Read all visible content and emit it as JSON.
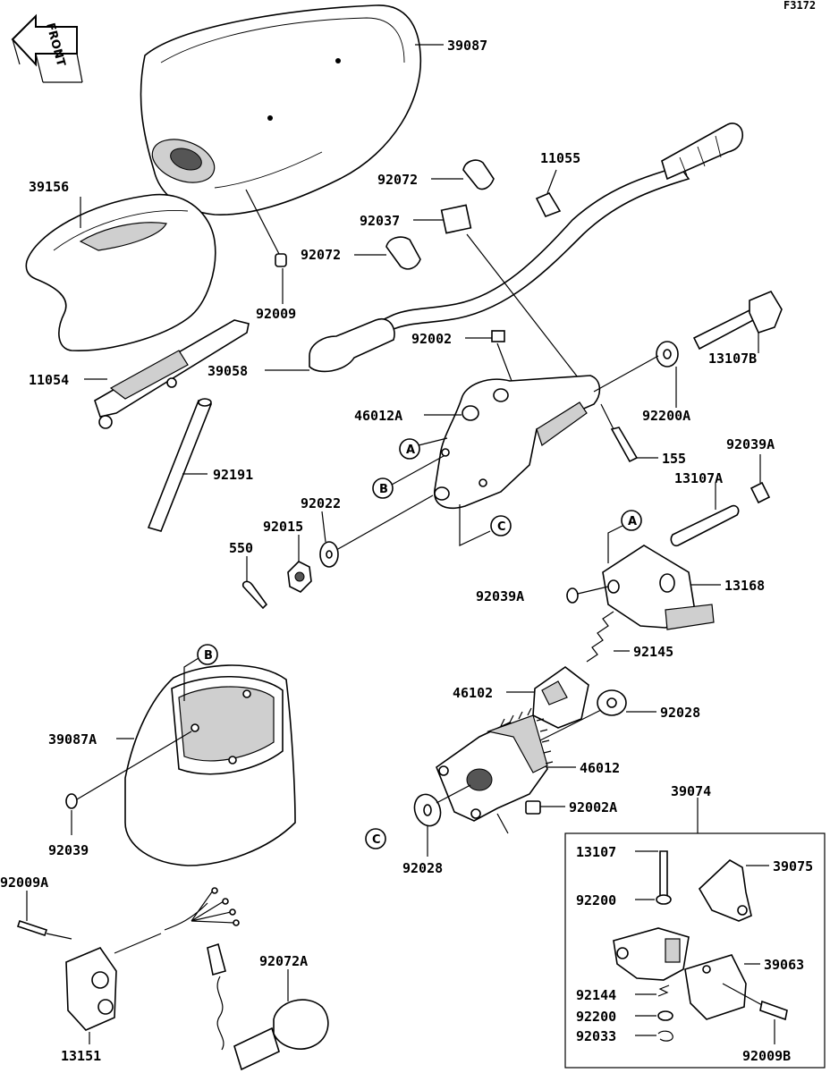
{
  "figure_code": "F3172",
  "front_indicator": "FRONT",
  "labels": {
    "39087": "39087",
    "39156": "39156",
    "92072_top": "92072",
    "11055": "11055",
    "92037": "92037",
    "92072_mid": "92072",
    "92009": "92009",
    "11054": "11054",
    "92002": "92002",
    "39058": "39058",
    "13107B": "13107B",
    "46012A": "46012A",
    "92200A": "92200A",
    "155": "155",
    "92039A_top": "92039A",
    "13107A": "13107A",
    "92191": "92191",
    "92022": "92022",
    "92015": "92015",
    "550": "550",
    "13168": "13168",
    "92039A_mid": "92039A",
    "92145": "92145",
    "46102": "46102",
    "92028_right": "92028",
    "39087A": "39087A",
    "46012": "46012",
    "92002A": "92002A",
    "92039": "92039",
    "39074": "39074",
    "13107": "13107",
    "39075": "39075",
    "92028_bottom": "92028",
    "92009A": "92009A",
    "92200_a": "92200",
    "92072A": "92072A",
    "39063": "39063",
    "92144": "92144",
    "92200_b": "92200",
    "92033": "92033",
    "13151": "13151",
    "92009B": "92009B"
  },
  "callouts": {
    "A1": "A",
    "B1": "B",
    "C1": "C",
    "A2": "A",
    "B2": "B",
    "C2": "C"
  }
}
